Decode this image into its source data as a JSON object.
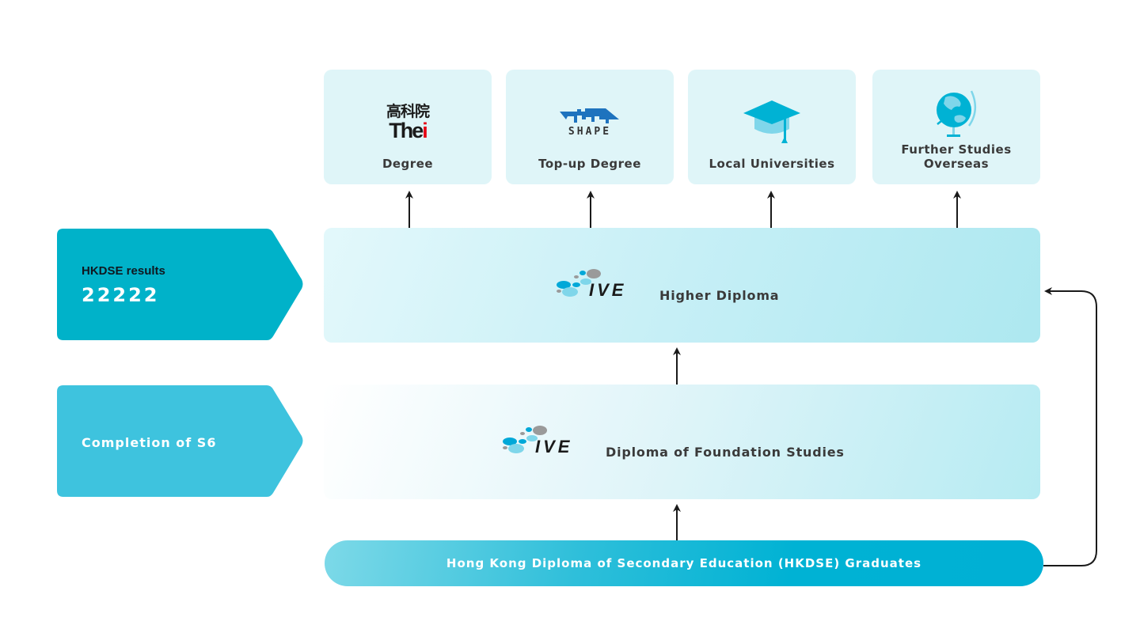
{
  "pathways": [
    {
      "logo": "thei-logo",
      "logo_text_cn": "高科院",
      "logo_text_en": "The",
      "logo_text_accent": "i",
      "label": "Degree"
    },
    {
      "logo": "shape-logo",
      "logo_text_en": "SHAPE",
      "label": "Top-up Degree"
    },
    {
      "logo": "graduation-cap-icon",
      "label": "Local Universities"
    },
    {
      "logo": "globe-icon",
      "label_line1": "Further Studies",
      "label_line2": "Overseas"
    }
  ],
  "entry_tags": {
    "hkdse": {
      "title": "HKDSE results",
      "value": "22222",
      "color": "#00b2c9"
    },
    "s6": {
      "title": "Completion of S6",
      "color": "#3ec3de"
    }
  },
  "stages": {
    "higher_diploma": {
      "logo_text": "IVE",
      "label": "Higher Diploma"
    },
    "foundation": {
      "logo_text": "IVE",
      "label": "Diploma of Foundation Studies"
    }
  },
  "graduates_bar": {
    "label": "Hong Kong Diploma of Secondary Education (HKDSE) Graduates"
  },
  "colors": {
    "accent": "#00b2d4",
    "card_bg": "#dff5f8",
    "arrow": "#1a1a1a",
    "thei_red": "#e60012",
    "shape_blue": "#1e73be"
  }
}
